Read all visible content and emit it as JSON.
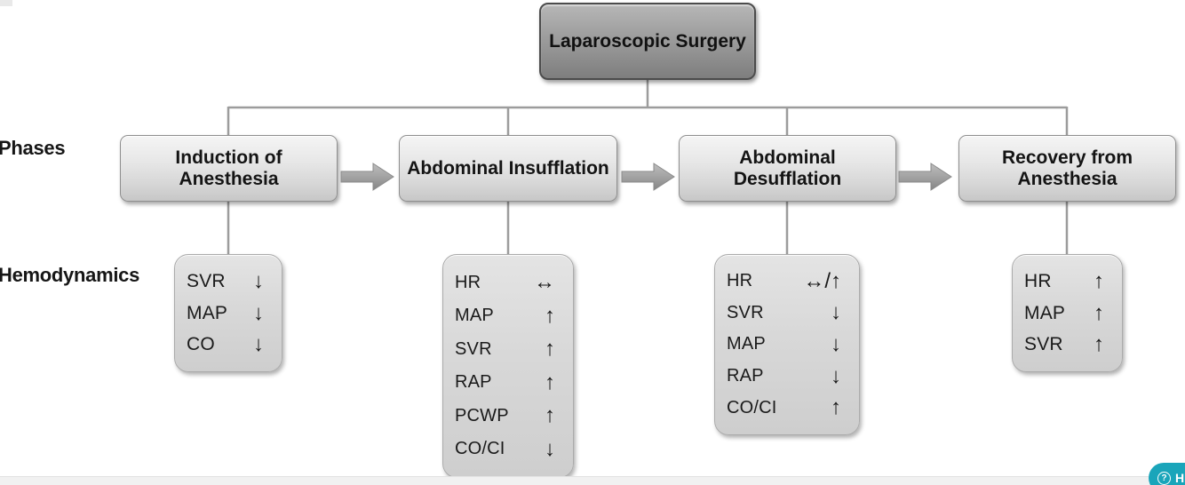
{
  "diagram": {
    "root": {
      "label": "Laparoscopic Surgery"
    },
    "section_labels": {
      "phases": "Phases",
      "hemodynamics": "Hemodynamics"
    },
    "phases": [
      {
        "label": "Induction of\nAnesthesia"
      },
      {
        "label": "Abdominal Insufflation"
      },
      {
        "label": "Abdominal\nDesufflation"
      },
      {
        "label": "Recovery from\nAnesthesia"
      }
    ],
    "hemodynamics": [
      {
        "rows": [
          {
            "param": "SVR",
            "change": "↓"
          },
          {
            "param": "MAP",
            "change": "↓"
          },
          {
            "param": "CO",
            "change": "↓"
          }
        ]
      },
      {
        "rows": [
          {
            "param": "HR",
            "change": "↔"
          },
          {
            "param": "MAP",
            "change": "↑"
          },
          {
            "param": "SVR",
            "change": "↑"
          },
          {
            "param": "RAP",
            "change": "↑"
          },
          {
            "param": "PCWP",
            "change": "↑"
          },
          {
            "param": "CO/CI",
            "change": "↓"
          }
        ]
      },
      {
        "rows": [
          {
            "param": "HR",
            "change": "↔/↑"
          },
          {
            "param": "SVR",
            "change": "↓"
          },
          {
            "param": "MAP",
            "change": "↓"
          },
          {
            "param": "RAP",
            "change": "↓"
          },
          {
            "param": "CO/CI",
            "change": "↑"
          }
        ]
      },
      {
        "rows": [
          {
            "param": "HR",
            "change": "↑"
          },
          {
            "param": "MAP",
            "change": "↑"
          },
          {
            "param": "SVR",
            "change": "↑"
          }
        ]
      }
    ]
  },
  "help_widget": {
    "icon_glyph": "?",
    "visible_label": "H",
    "accent_color": "#1aa5ba"
  },
  "colors": {
    "connector_gray": "#9c9c9c",
    "root_box_gray": "#929292",
    "phase_box_gray": "#e0e0e0",
    "hemo_box_gray": "#d8d8d8"
  }
}
